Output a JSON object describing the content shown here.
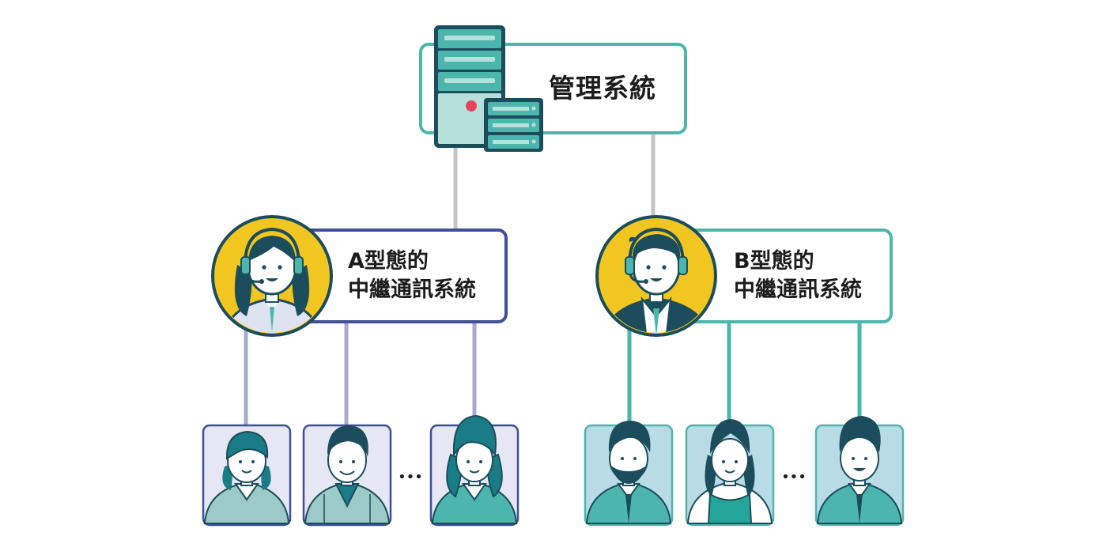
{
  "management": {
    "label": "管理系統"
  },
  "relay_a": {
    "line1": "A型態的",
    "line2": "中繼通訊系統"
  },
  "relay_b": {
    "line1": "B型態的",
    "line2": "中繼通訊系統"
  },
  "ellipsis": "•••",
  "colors": {
    "teal": "#4db6ac",
    "navy": "#3f4f97",
    "dark": "#1b4d5c",
    "yellow": "#f2c620",
    "connector_gray": "#c4c4c4",
    "connector_a": "#a8aacc",
    "connector_b": "#4db6ac",
    "card_a_bg": "#e6e6f5",
    "card_b_bg": "#b9dbe6"
  }
}
